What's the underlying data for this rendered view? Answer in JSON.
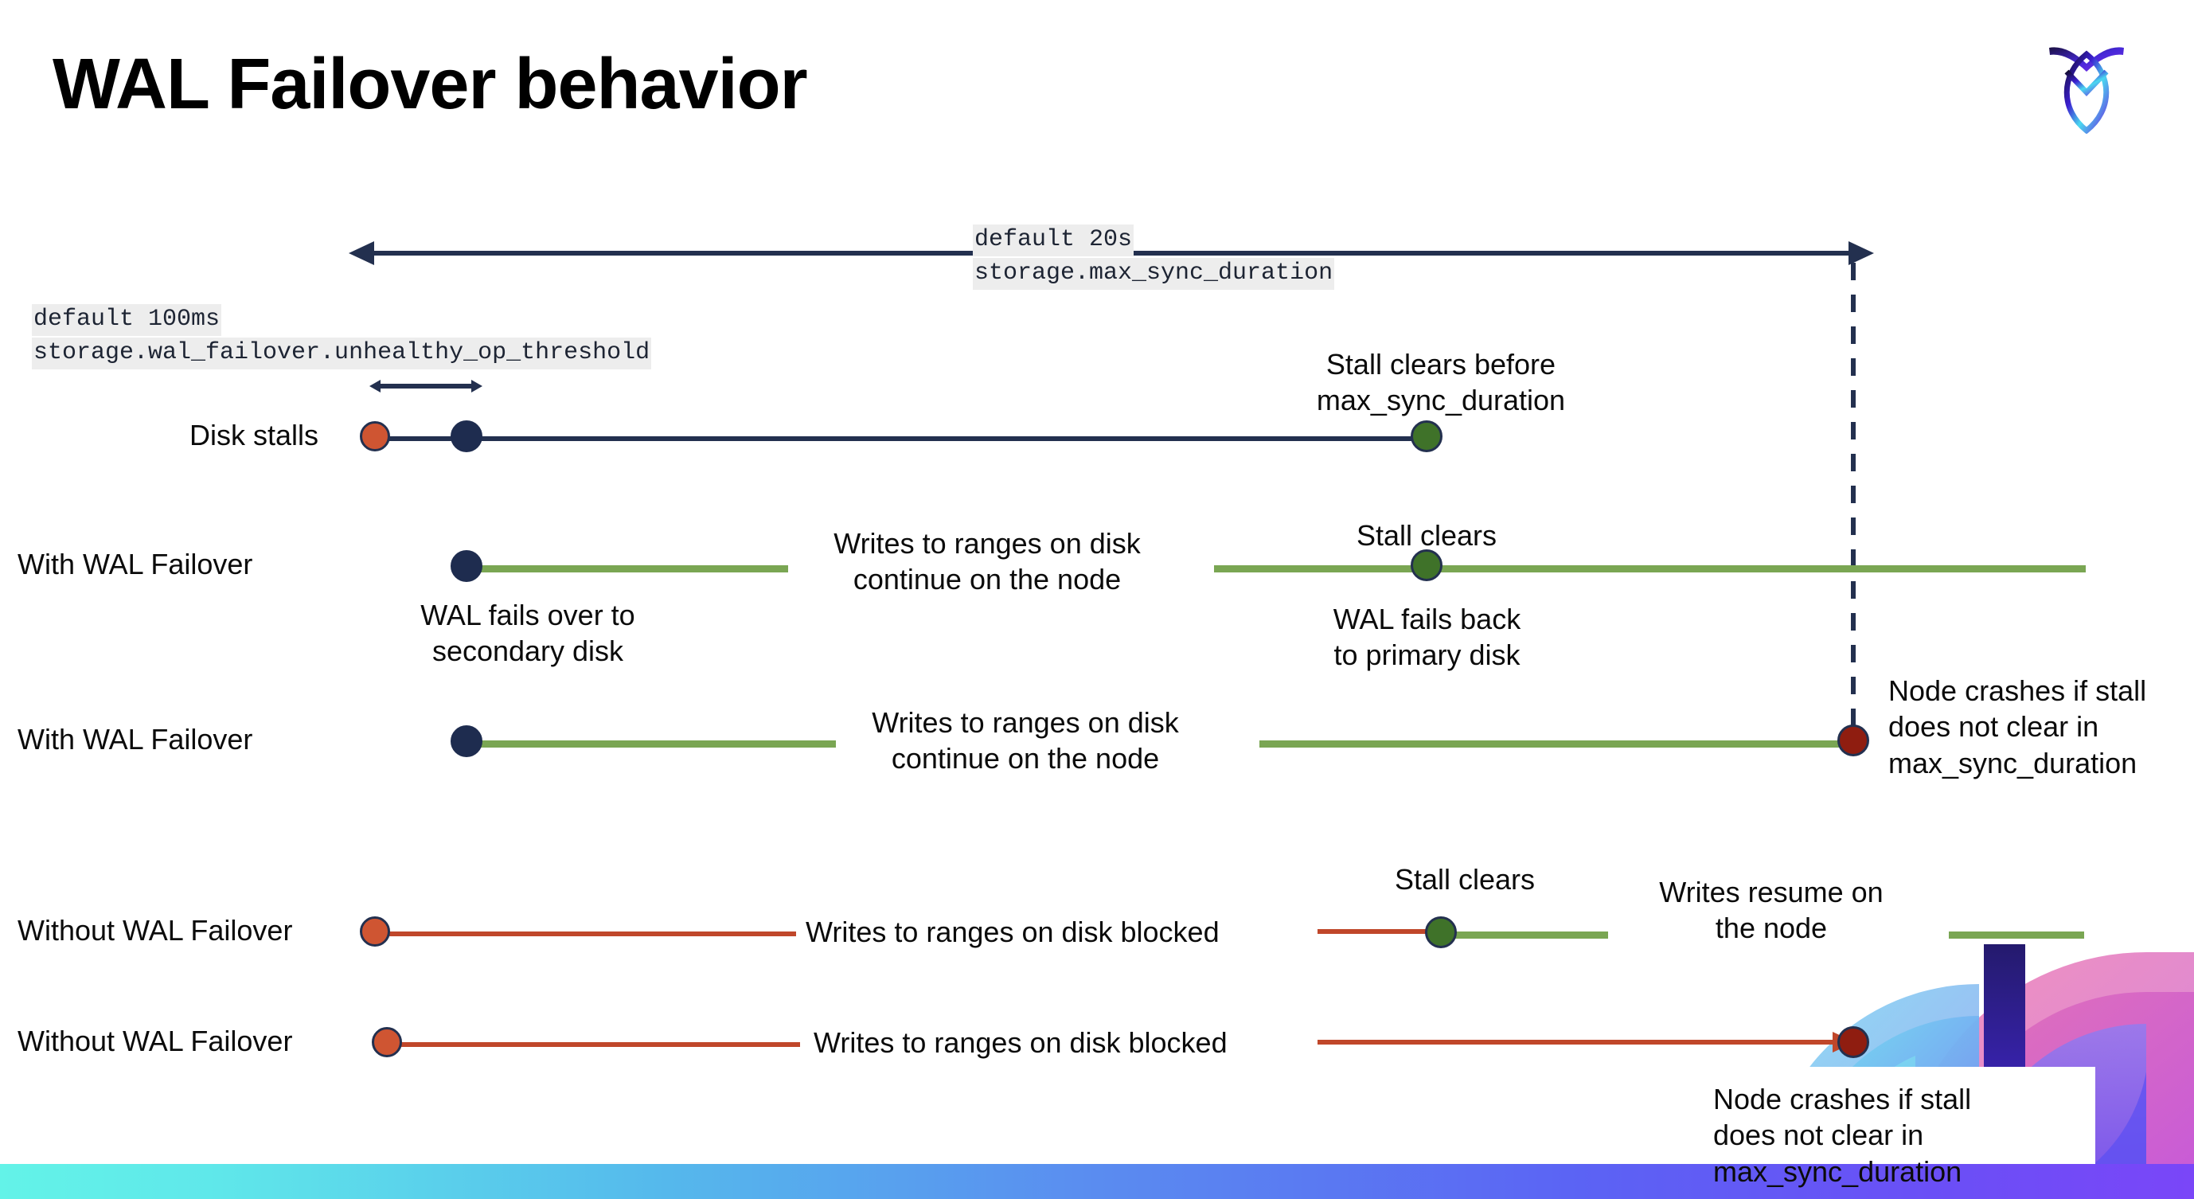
{
  "slide": {
    "title": "WAL Failover behavior",
    "logo_name": "cockroachdb-logo"
  },
  "annotations": {
    "max_sync": {
      "default": "default 20s",
      "setting": "storage.max_sync_duration"
    },
    "unhealthy_op": {
      "default": "default 100ms",
      "setting": "storage.wal_failover.unhealthy_op_threshold"
    }
  },
  "rows": [
    {
      "id": "disk-stalls",
      "label": "Disk stalls",
      "notes": [
        {
          "id": "stall-clears-before",
          "text": "Stall clears before\nmax_sync_duration"
        }
      ]
    },
    {
      "id": "with-wal-failover-recovers",
      "label": "With WAL Failover",
      "notes": [
        {
          "id": "wal-fails-over",
          "text": "WAL fails over to\nsecondary disk"
        },
        {
          "id": "writes-continue-1",
          "text": "Writes to ranges on disk\ncontinue on the node"
        },
        {
          "id": "stall-clears-1",
          "text": "Stall clears"
        },
        {
          "id": "wal-fails-back",
          "text": "WAL fails  back\nto primary disk"
        }
      ]
    },
    {
      "id": "with-wal-failover-crashes",
      "label": "With WAL Failover",
      "notes": [
        {
          "id": "writes-continue-2",
          "text": "Writes to ranges on disk\ncontinue on the node"
        },
        {
          "id": "node-crashes-1",
          "text": "Node crashes if stall\ndoes not clear in\nmax_sync_duration"
        }
      ]
    },
    {
      "id": "without-wal-failover-recovers",
      "label": "Without WAL Failover",
      "notes": [
        {
          "id": "writes-blocked-1",
          "text": "Writes to ranges on disk  blocked"
        },
        {
          "id": "stall-clears-2",
          "text": "Stall clears"
        },
        {
          "id": "writes-resume",
          "text": "Writes resume on\nthe node"
        }
      ]
    },
    {
      "id": "without-wal-failover-crashes",
      "label": "Without WAL Failover",
      "notes": [
        {
          "id": "writes-blocked-2",
          "text": "Writes to ranges on disk  blocked"
        },
        {
          "id": "node-crashes-2",
          "text": "Node crashes if stall\ndoes not clear in\nmax_sync_duration"
        }
      ]
    }
  ],
  "colors": {
    "navy": "#23304f",
    "green_line": "#7aa653",
    "green_dot": "#3f7229",
    "orange_line": "#c0472a",
    "orange_dot": "#cf5532",
    "red_dot": "#8f1d10",
    "code_bg": "#ededed",
    "bottom_bar_start": "#63f3e8",
    "bottom_bar_end": "#7a46f8"
  }
}
